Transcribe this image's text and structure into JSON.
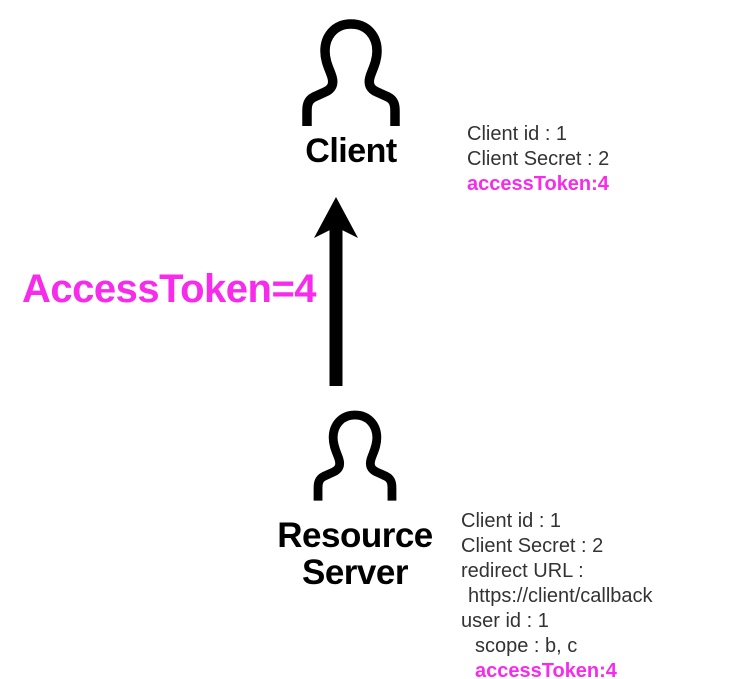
{
  "diagram": {
    "title": "OAuth access token issuance flow",
    "colors": {
      "accent_magenta": "#F72BEB",
      "text_dark": "#333333",
      "stroke_black": "#000000",
      "background": "#FFFFFF"
    },
    "nodes": [
      {
        "id": "client",
        "label": "Client",
        "icon": "person-icon"
      },
      {
        "id": "resource-server",
        "label": "Resource\nServer",
        "icon": "person-icon"
      }
    ],
    "flow": {
      "label": "AccessToken=4",
      "direction": "resource-server-to-client",
      "arrow_icon": "arrow-up-icon"
    },
    "annotations": {
      "client": {
        "lines": [
          {
            "text": "Client id : 1",
            "style": "normal",
            "indent": 0
          },
          {
            "text": "Client Secret : 2",
            "style": "normal",
            "indent": 0
          },
          {
            "text": "accessToken:4",
            "style": "token",
            "indent": 0
          }
        ]
      },
      "resource_server": {
        "lines": [
          {
            "text": "Client id : 1",
            "style": "normal",
            "indent": 0
          },
          {
            "text": "Client Secret : 2",
            "style": "normal",
            "indent": 0
          },
          {
            "text": "redirect URL :",
            "style": "normal",
            "indent": 0
          },
          {
            "text": "https://client/callback",
            "style": "normal",
            "indent": 1
          },
          {
            "text": "user id : 1",
            "style": "normal",
            "indent": 0
          },
          {
            "text": "scope : b, c",
            "style": "normal",
            "indent": 2
          },
          {
            "text": "accessToken:4",
            "style": "token",
            "indent": 2
          }
        ]
      }
    }
  }
}
